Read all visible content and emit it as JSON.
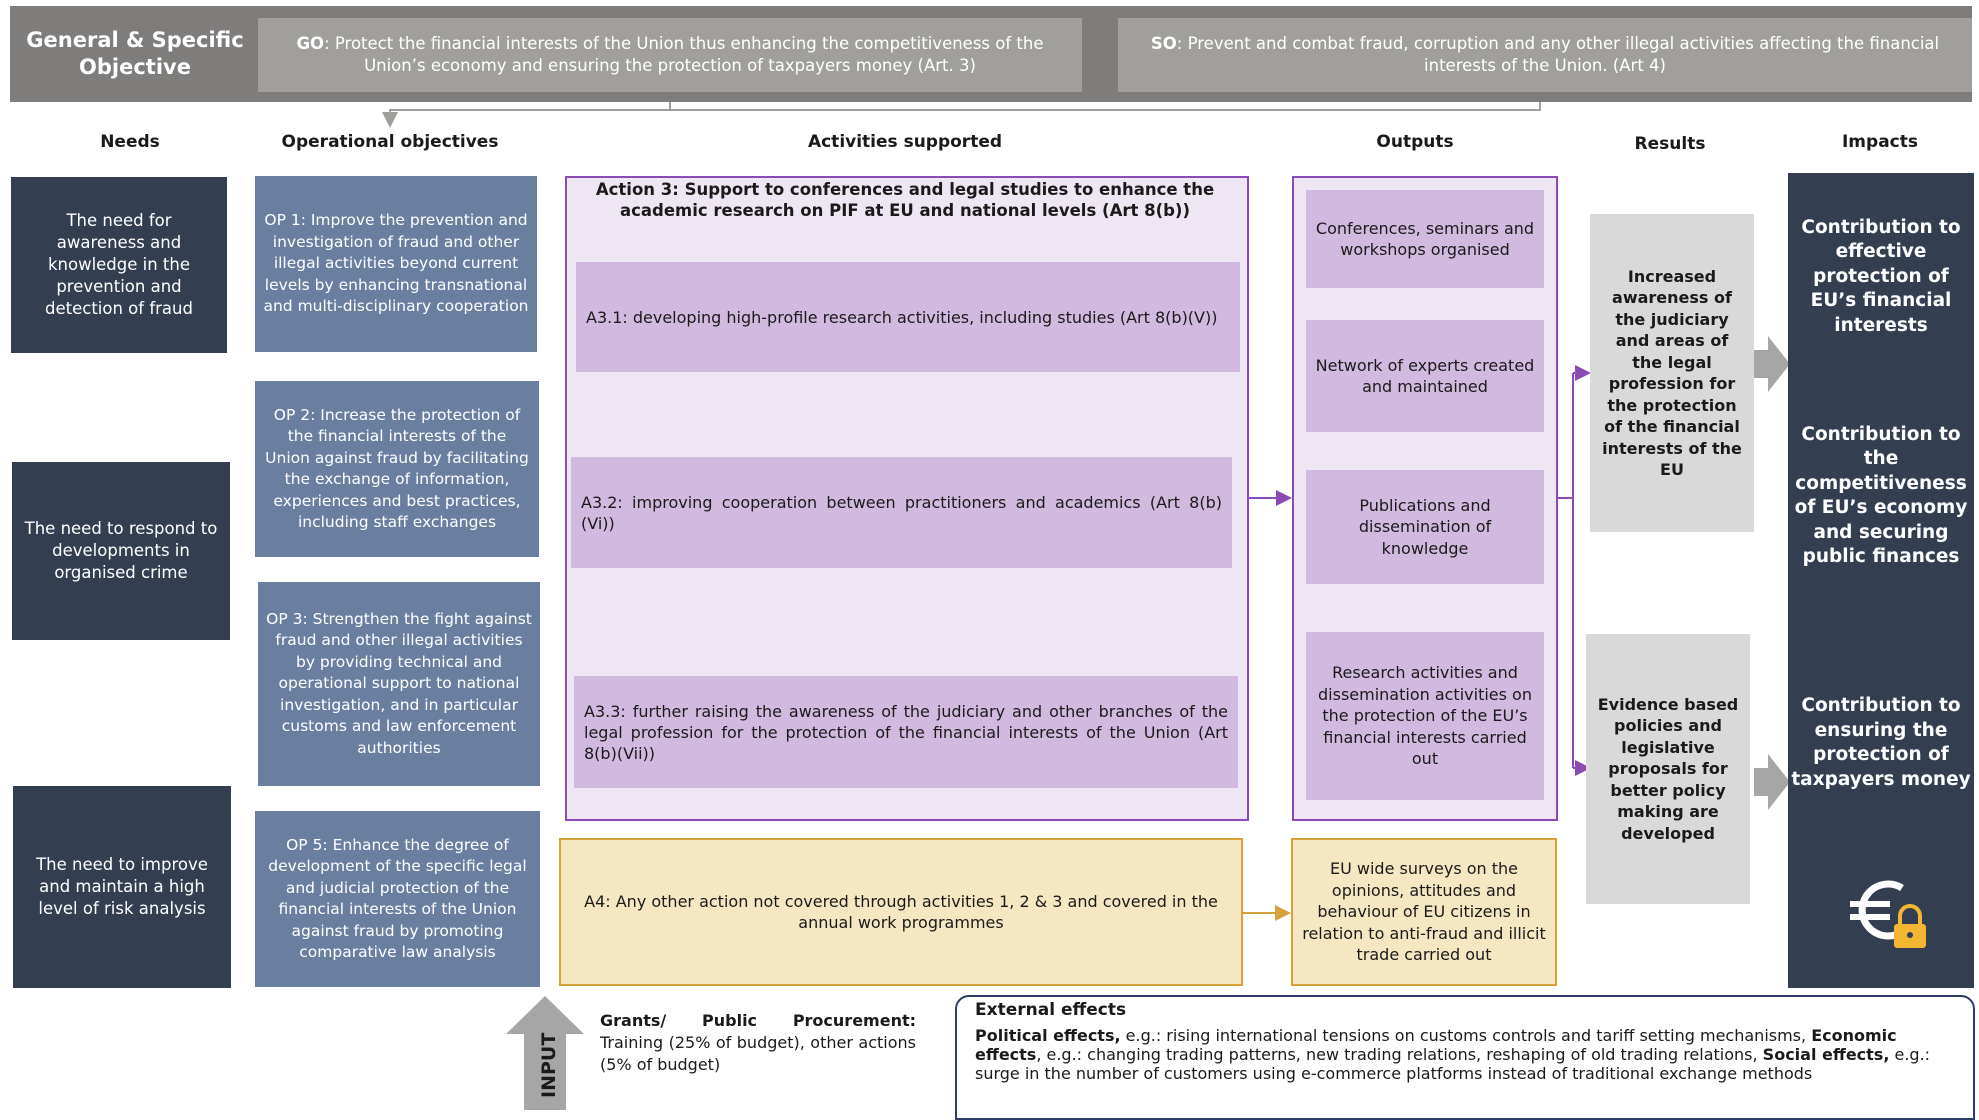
{
  "header": {
    "title": "General & Specific Objective",
    "go_label": "GO",
    "go_text": ": Protect the financial interests of the Union thus enhancing the competitiveness of the Union’s economy and ensuring the protection of taxpayers money (Art. 3)",
    "so_label": "SO",
    "so_text": ": Prevent and combat fraud, corruption and any other illegal activities affecting the financial interests of the Union. (Art 4)"
  },
  "columns": {
    "needs": "Needs",
    "operational": "Operational objectives",
    "activities": "Activities supported",
    "outputs": "Outputs",
    "results": "Results",
    "impacts": "Impacts"
  },
  "needs": [
    "The need for awareness and knowledge in the prevention and detection of fraud",
    "The need to respond to developments in organised crime",
    "The need to improve and maintain a high level of risk analysis"
  ],
  "operational_objectives": [
    "OP 1: Improve the prevention and investigation of fraud and other illegal activities beyond current levels by enhancing transnational and multi-disciplinary cooperation",
    "OP 2: Increase the protection of the financial interests of the Union against fraud by facilitating the exchange of information, experiences and best practices, including staff exchanges",
    "OP 3: Strengthen the fight against fraud and other illegal activities by providing technical and operational support to national investigation, and in particular customs and law enforcement authorities",
    "OP 5: Enhance the degree of development of the specific legal and judicial protection of the financial interests of the Union against fraud by promoting comparative law analysis"
  ],
  "activities": {
    "action3_title": "Action 3: Support to conferences and legal studies to enhance the academic research on PIF at EU and national levels (Art 8(b))",
    "items": [
      "A3.1: developing high-profile research activities, including studies (Art 8(b)(V))",
      "A3.2: improving cooperation between practitioners and academics (Art 8(b)(Vi))",
      "A3.3: further raising the awareness of the judiciary and other branches of the legal profession for the protection of the financial interests of the Union (Art 8(b)(Vii))"
    ],
    "a4": "A4: Any other action not covered through activities 1, 2 & 3 and covered in the annual work programmes"
  },
  "outputs": [
    "Conferences, seminars and workshops organised",
    "Network of experts created and maintained",
    "Publications and dissemination of knowledge",
    "Research activities and dissemination activities on the protection of the EU’s financial interests carried out"
  ],
  "output_a4": "EU wide surveys on the opinions, attitudes and behaviour of EU citizens in relation to anti-fraud and illicit trade carried out",
  "results": [
    "Increased awareness of the judiciary and areas of the legal profession for the protection of the financial interests of the EU",
    "Evidence based policies and legislative proposals for better policy making are developed"
  ],
  "impacts": [
    "Contribution to effective protection of EU’s financial interests",
    "Contribution to the competitiveness of EU’s economy and securing public finances",
    "Contribution to ensuring the protection of taxpayers money"
  ],
  "impact_icon": "euro-lock-icon",
  "input": {
    "label": "INPUT",
    "heading": "Grants/ Public Procurement:",
    "text": "Training (25% of budget), other actions (5% of budget)"
  },
  "external": {
    "title": "External effects",
    "political_label": "Political effects,",
    "political_text": " e.g.: rising international tensions on customs controls and tariff setting mechanisms, ",
    "economic_label": "Economic effects",
    "economic_text": ", e.g.: changing trading patterns, new trading relations, reshaping of old trading relations, ",
    "social_label": "Social effects,",
    "social_text": " e.g.: surge in the number of customers using e-commerce platforms instead of traditional exchange methods"
  },
  "colors": {
    "header_band": "#7f7d7b",
    "needs": "#333f50",
    "operational": "#6a7fa0",
    "activity_frame": "#8b4bb5",
    "activity_fill": "#d2b9df",
    "a4_fill": "#f4e7c2",
    "results": "#d9d9d9",
    "impacts": "#333f50"
  }
}
